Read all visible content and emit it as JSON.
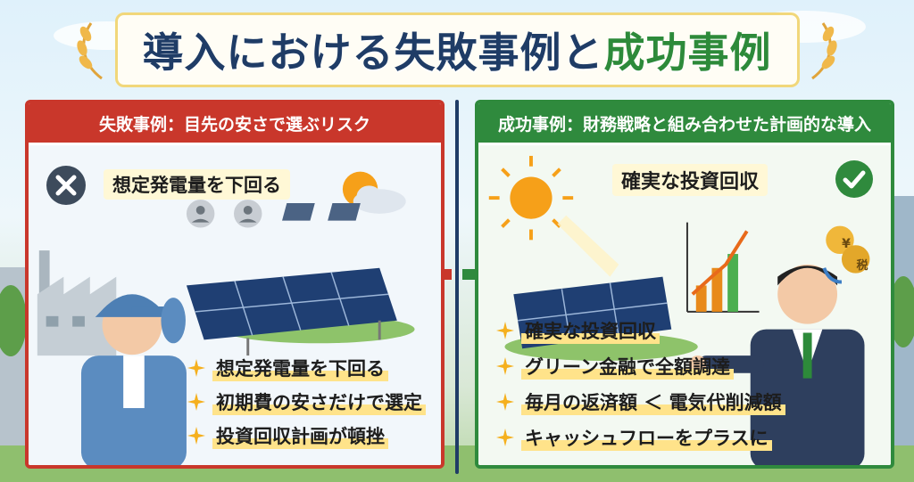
{
  "title": {
    "main": "導入における失敗事例と",
    "highlight": "成功事例"
  },
  "colors": {
    "fail": "#c9372b",
    "success": "#2f8a3d",
    "title": "#1f3c66",
    "highlight": "#ffe38a"
  },
  "fail": {
    "header": "失敗事例：目先の安さで選ぶリスク",
    "callout": "想定発電量を下回る",
    "icon": "x-circle-icon",
    "bullets": [
      "想定発電量を下回る",
      "初期費の安さだけで選定",
      "投資回収計画が頓挫"
    ]
  },
  "success": {
    "header": "成功事例：財務戦略と組み合わせた計画的な導入",
    "callout": "確実な投資回収",
    "icon": "check-circle-icon",
    "coin_labels": [
      "¥",
      "税"
    ],
    "bullets": [
      "確実な投資回収",
      "グリーン金融で全額調達",
      "毎月の返済額 ＜ 電気代削減額",
      "キャッシュフローをプラスに"
    ]
  }
}
